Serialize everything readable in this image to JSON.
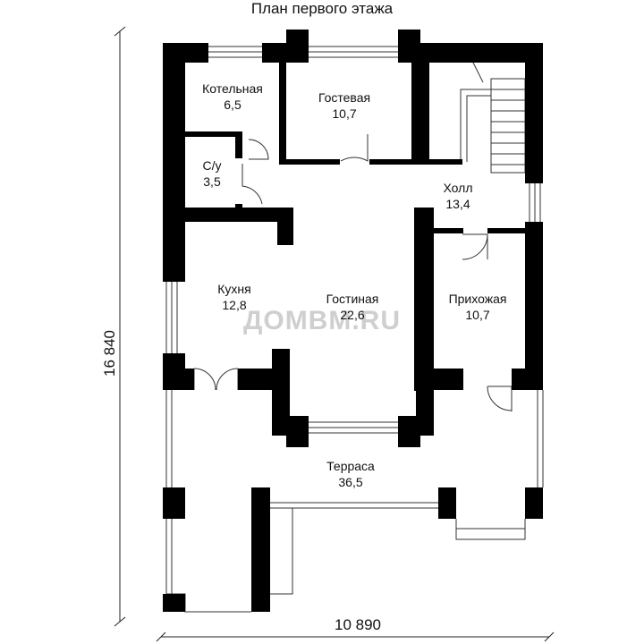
{
  "title": "План первого этажа",
  "rooms": [
    {
      "name": "Котельная",
      "area": "6,5"
    },
    {
      "name": "Гостевая",
      "area": "10,7"
    },
    {
      "name": "С/у",
      "area": "3,5"
    },
    {
      "name": "Холл",
      "area": "13,4"
    },
    {
      "name": "Кухня",
      "area": "12,8"
    },
    {
      "name": "Гостиная",
      "area": "22,6"
    },
    {
      "name": "Прихожая",
      "area": "10,7"
    },
    {
      "name": "Терраса",
      "area": "36,5"
    }
  ],
  "dimensions": {
    "height": "16 840",
    "width": "10 890"
  },
  "watermark": "ДОМВМ.RU",
  "colors": {
    "wall": "#000000",
    "line": "#333333",
    "watermark": "#cfcfcf"
  }
}
